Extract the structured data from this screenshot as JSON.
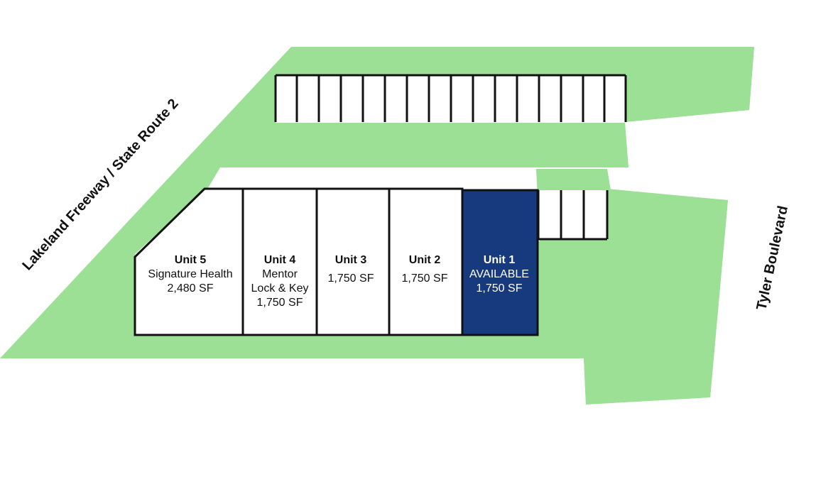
{
  "roads": {
    "freeway": "Lakeland Freeway / State Route 2",
    "boulevard": "Tyler Boulevard"
  },
  "units": [
    {
      "id": "unit-5",
      "name": "Unit 5",
      "lines": [
        "Signature Health",
        "2,480 SF"
      ],
      "available": false
    },
    {
      "id": "unit-4",
      "name": "Unit 4",
      "lines": [
        "Mentor",
        "Lock & Key",
        "1,750 SF"
      ],
      "available": false
    },
    {
      "id": "unit-3",
      "name": "Unit 3",
      "lines": [
        "1,750 SF"
      ],
      "available": false
    },
    {
      "id": "unit-2",
      "name": "Unit 2",
      "lines": [
        "1,750 SF"
      ],
      "available": false
    },
    {
      "id": "unit-1",
      "name": "Unit 1",
      "lines": [
        "AVAILABLE",
        "1,750 SF"
      ],
      "available": true
    }
  ],
  "colors": {
    "grass": "#9be095",
    "available_fill": "#173a7e",
    "leased_fill": "#ffffff",
    "outline": "#111111"
  }
}
